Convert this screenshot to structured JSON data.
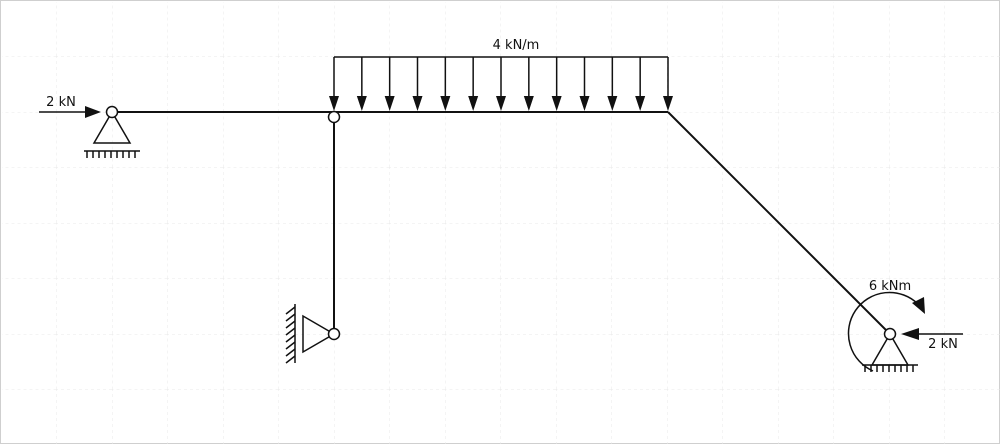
{
  "diagram": {
    "labels": {
      "distributed_load": "4 kN/m",
      "left_point_load": "2 kN",
      "right_point_load": "2 kN",
      "moment": "6 kNm"
    },
    "components": [
      "pin-support-left",
      "hinge-joint-top",
      "roller-support-wall",
      "pin-support-right",
      "uniform-distributed-load",
      "point-load-left",
      "point-load-right",
      "applied-moment"
    ],
    "colors": {
      "line": "#111111",
      "grid": "#e9e9e9",
      "border": "#cfcfcf",
      "background": "#ffffff"
    }
  }
}
